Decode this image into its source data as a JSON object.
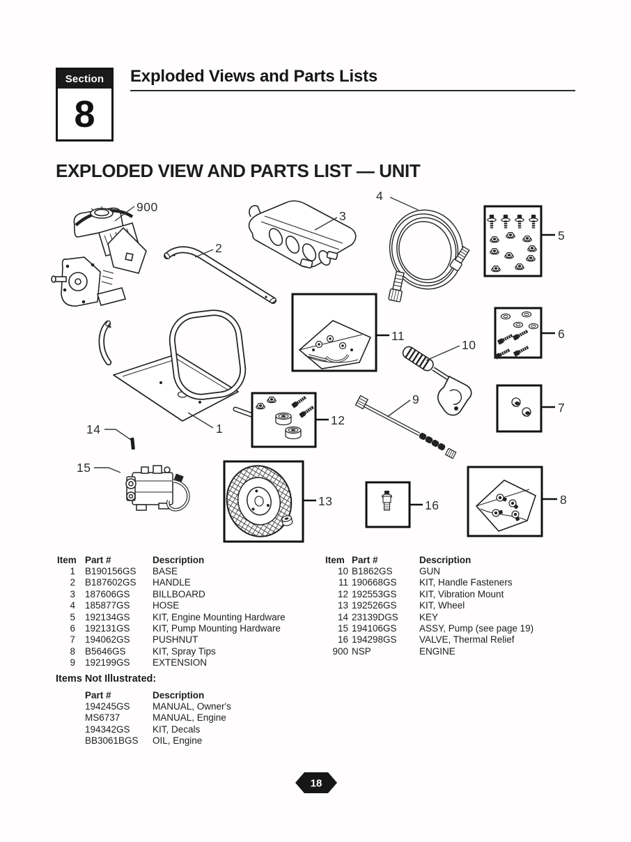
{
  "page": {
    "section_label": "Section",
    "section_number": "8",
    "section_title": "Exploded Views and Parts Lists",
    "heading": "EXPLODED VIEW AND PARTS LIST — UNIT"
  },
  "parts_table": {
    "headers": {
      "item": "Item",
      "part": "Part #",
      "description": "Description"
    },
    "left_rows": [
      {
        "item": "1",
        "part": "B190156GS",
        "description": "BASE"
      },
      {
        "item": "2",
        "part": "B187602GS",
        "description": "HANDLE"
      },
      {
        "item": "3",
        "part": "187606GS",
        "description": "BILLBOARD"
      },
      {
        "item": "4",
        "part": "185877GS",
        "description": "HOSE"
      },
      {
        "item": "5",
        "part": "192134GS",
        "description": "KIT, Engine Mounting Hardware"
      },
      {
        "item": "6",
        "part": "192131GS",
        "description": "KIT, Pump Mounting Hardware"
      },
      {
        "item": "7",
        "part": "194062GS",
        "description": "PUSHNUT"
      },
      {
        "item": "8",
        "part": "B5646GS",
        "description": "KIT, Spray Tips"
      },
      {
        "item": "9",
        "part": "192199GS",
        "description": "EXTENSION"
      }
    ],
    "right_rows": [
      {
        "item": "10",
        "part": "B1862GS",
        "description": "GUN"
      },
      {
        "item": "11",
        "part": "190668GS",
        "description": "KIT, Handle Fasteners"
      },
      {
        "item": "12",
        "part": "192553GS",
        "description": "KIT, Vibration Mount"
      },
      {
        "item": "13",
        "part": "192526GS",
        "description": "KIT, Wheel"
      },
      {
        "item": "14",
        "part": "23139DGS",
        "description": "KEY"
      },
      {
        "item": "15",
        "part": "194106GS",
        "description": "ASSY, Pump (see page 19)"
      },
      {
        "item": "16",
        "part": "194298GS",
        "description": "VALVE, Thermal Relief"
      },
      {
        "item": "900",
        "part": "NSP",
        "description": "ENGINE"
      }
    ]
  },
  "not_illustrated": {
    "title": "Items Not Illustrated:",
    "headers": {
      "part": "Part #",
      "description": "Description"
    },
    "rows": [
      {
        "part": "194245GS",
        "description": "MANUAL, Owner's"
      },
      {
        "part": "MS6737",
        "description": "MANUAL, Engine"
      },
      {
        "part": "194342GS",
        "description": "KIT, Decals"
      },
      {
        "part": "BB3061BGS",
        "description": "OIL, Engine"
      }
    ]
  },
  "diagram": {
    "callouts": [
      {
        "id": "engine",
        "label": "900"
      },
      {
        "id": "handle",
        "label": "2"
      },
      {
        "id": "billboard",
        "label": "3"
      },
      {
        "id": "hose",
        "label": "4"
      },
      {
        "id": "kit-engine-mounting",
        "label": "5"
      },
      {
        "id": "kit-pump-mounting",
        "label": "6"
      },
      {
        "id": "pushnut",
        "label": "7"
      },
      {
        "id": "kit-spray-tips",
        "label": "8"
      },
      {
        "id": "extension",
        "label": "9"
      },
      {
        "id": "gun",
        "label": "10"
      },
      {
        "id": "kit-handle-fasteners",
        "label": "11"
      },
      {
        "id": "kit-vibration-mount",
        "label": "12"
      },
      {
        "id": "kit-wheel",
        "label": "13"
      },
      {
        "id": "key",
        "label": "14"
      },
      {
        "id": "pump-assembly",
        "label": "15"
      },
      {
        "id": "thermal-relief-valve",
        "label": "16"
      },
      {
        "id": "base",
        "label": "1"
      }
    ]
  },
  "footer": {
    "page_number": "18"
  },
  "colors": {
    "ink": "#1b1b1b",
    "paper": "#fffdfd"
  }
}
